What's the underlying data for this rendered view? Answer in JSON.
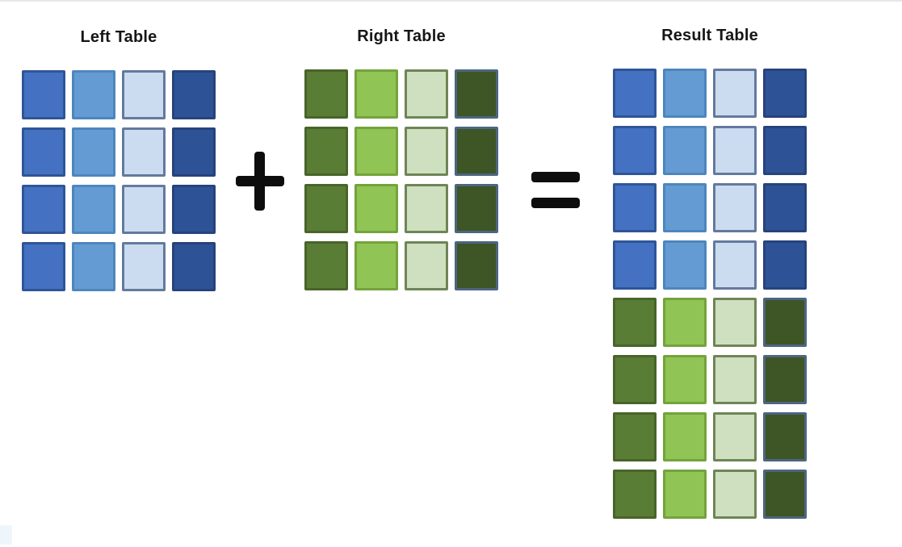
{
  "tables": [
    {
      "id": "left",
      "title": "Left Table",
      "columns": 4,
      "rows": 4,
      "row_palettes": [
        "blue",
        "blue",
        "blue",
        "blue"
      ]
    },
    {
      "id": "right",
      "title": "Right Table",
      "columns": 4,
      "rows": 4,
      "row_palettes": [
        "green",
        "green",
        "green",
        "green"
      ]
    },
    {
      "id": "result",
      "title": "Result Table",
      "columns": 4,
      "rows": 8,
      "row_palettes": [
        "blue",
        "blue",
        "blue",
        "blue",
        "green",
        "green",
        "green",
        "green"
      ]
    }
  ],
  "palettes": {
    "blue": [
      {
        "fill": "#4471c1",
        "border": "#2f5597"
      },
      {
        "fill": "#649bd2",
        "border": "#4d86bd"
      },
      {
        "fill": "#cbdcf0",
        "border": "#64799e"
      },
      {
        "fill": "#2e5296",
        "border": "#26437c"
      }
    ],
    "green": [
      {
        "fill": "#5a7d35",
        "border": "#49642a"
      },
      {
        "fill": "#90c455",
        "border": "#74a33c"
      },
      {
        "fill": "#cfe0c0",
        "border": "#6e8556"
      },
      {
        "fill": "#3e5526",
        "border": "#4c6680"
      }
    ]
  },
  "operators": {
    "plus": "+",
    "equals": "="
  }
}
